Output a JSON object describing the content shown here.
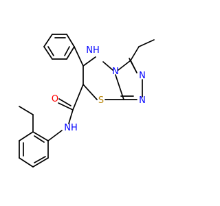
{
  "molecule": {
    "atoms": {
      "nh_ring": {
        "symbol": "H",
        "prefix": "N"
      },
      "n_bridge": {
        "symbol": "N"
      },
      "n_triazole_upper": {
        "symbol": "N"
      },
      "n_triazole_lower": {
        "symbol": "N"
      },
      "s_ring": {
        "symbol": "S"
      },
      "o_carbonyl": {
        "symbol": "O"
      },
      "nh_amide": {
        "symbol": "N",
        "suffix": "H"
      }
    },
    "colors": {
      "carbon_bond": "#000000",
      "nitrogen": "#0000ff",
      "oxygen": "#ff0000",
      "sulfur": "#b8860b"
    }
  }
}
